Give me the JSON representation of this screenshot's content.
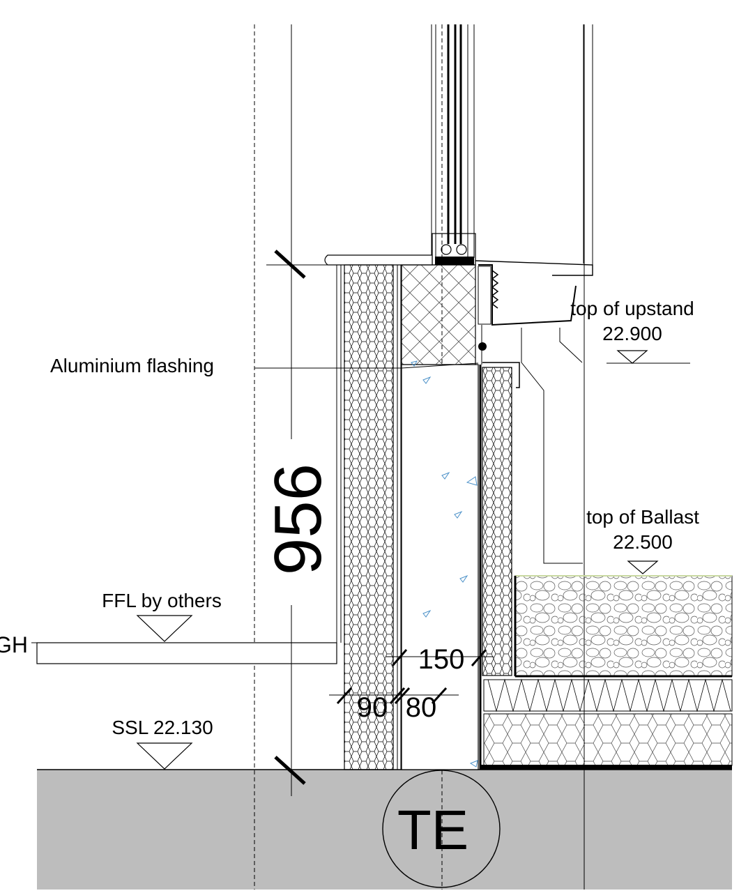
{
  "labels": {
    "aluminium_flashing": "Aluminium flashing",
    "top_of_upstand": "top of upstand",
    "top_of_upstand_level": "22.900",
    "top_of_ballast": "top of Ballast",
    "top_of_ballast_level": "22.500",
    "ffl": "FFL by others",
    "ssl": "SSL 22.130",
    "gh_fragment": "GH"
  },
  "dimensions": {
    "overall_height": "956",
    "width_150": "150",
    "width_90": "90",
    "width_80": "80"
  },
  "tag": "TE",
  "colors": {
    "slab_fill": "#bdbdbd",
    "line": "#000000",
    "concrete_aggregate": "#4a90c8",
    "ballast_top": "#c8d8a0"
  }
}
